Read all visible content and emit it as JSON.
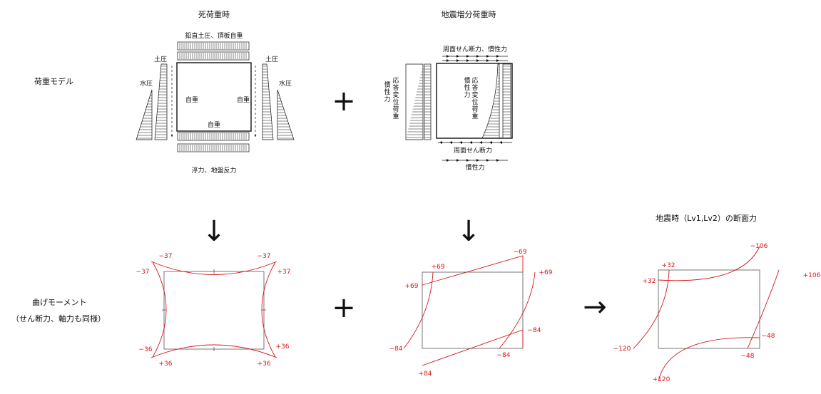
{
  "titles": {
    "dead_load": "死荷重時",
    "seismic_increment": "地震増分荷重時",
    "combined": "地震時（Lv1,Lv2）の断面力"
  },
  "row_labels": {
    "load_model": "荷重モデル",
    "bending_moment": "曲げモーメント",
    "bending_note": "（せん断力、軸力も同様）"
  },
  "operators": {
    "plus": "+",
    "arrow_down": "↓",
    "arrow_right": "→"
  },
  "dead_load_model": {
    "top_load": "鉛直土圧、頂板自重",
    "bottom_load": "浮力、地盤反力",
    "left_earth": "土圧",
    "right_earth": "土圧",
    "left_water": "水圧",
    "right_water": "水圧",
    "left_self": "自重",
    "right_self": "自重",
    "bottom_self": "自重"
  },
  "seismic_model": {
    "top_load": "周面せん断力、慣性力",
    "bottom_shear": "周面せん断力",
    "bottom_inertia": "慣性力",
    "left_inertia": "慣性力",
    "left_disp": "応答変位荷重",
    "inner_inertia": "慣性力",
    "inner_disp": "応答変位荷重"
  },
  "moment_dead": {
    "top_left_top": "−37",
    "top_left_side": "−37",
    "top_right_top": "−37",
    "top_right_side": "+37",
    "bottom_left_side": "−36",
    "bottom_left_bottom": "+36",
    "bottom_right_side": "+36",
    "bottom_right_bottom": "+36"
  },
  "moment_seismic": {
    "top_left_top": "+69",
    "top_left_side": "+69",
    "top_right_top": "−69",
    "top_right_side": "+69",
    "bottom_left_side": "−84",
    "bottom_left_bottom": "+84",
    "bottom_right_side": "−84",
    "bottom_right_bottom": "−84"
  },
  "moment_combined": {
    "top_left_top": "+32",
    "top_left_side": "+32",
    "top_right_top": "−106",
    "top_right_side": "+106",
    "bottom_left_side": "−120",
    "bottom_left_bottom": "+120",
    "bottom_right_side": "−48",
    "bottom_right_bottom": "−48"
  }
}
